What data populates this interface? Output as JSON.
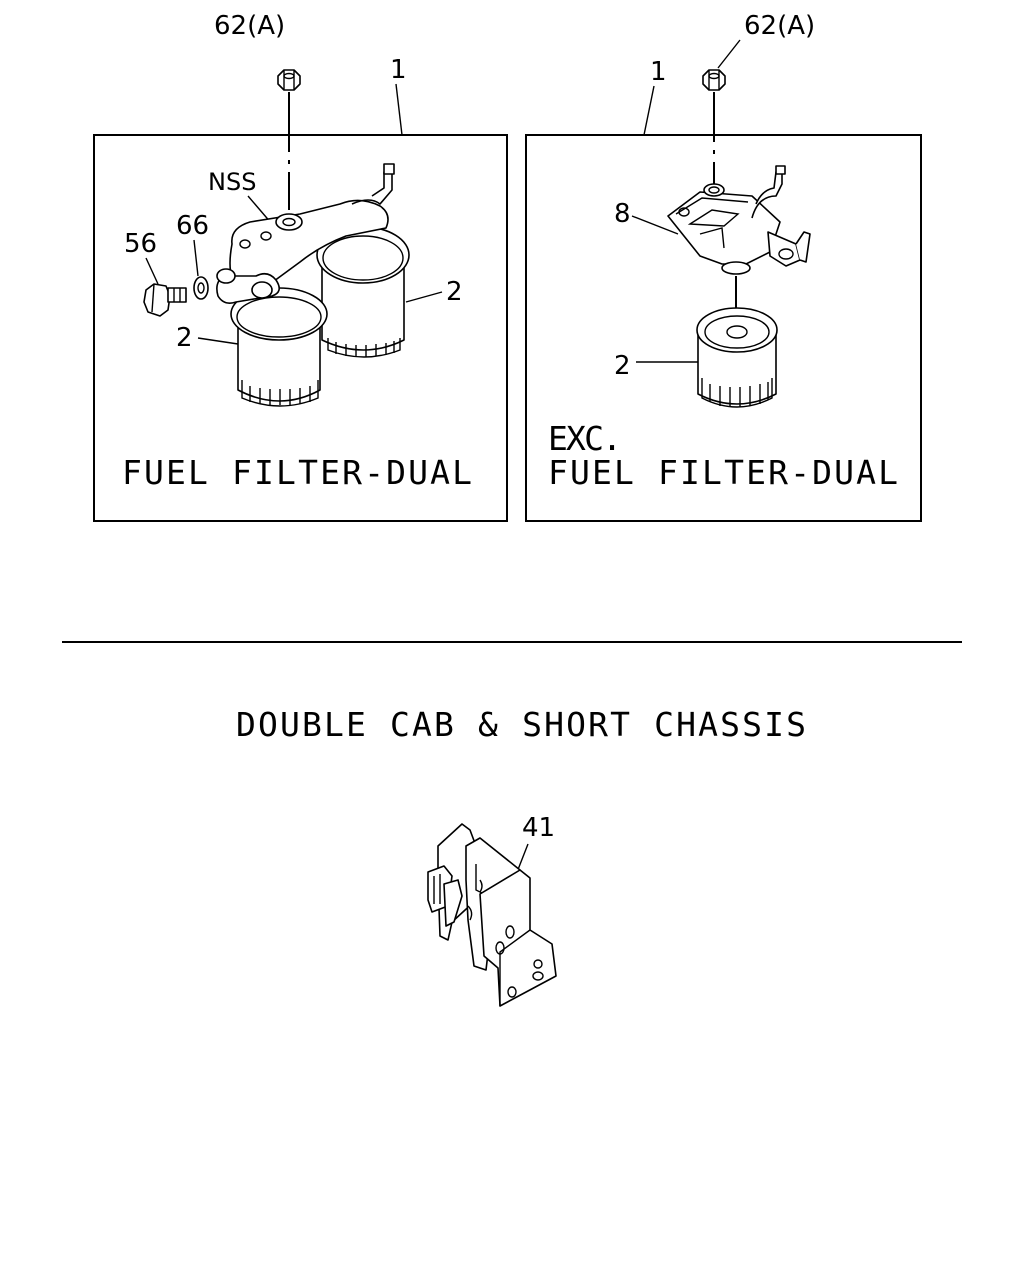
{
  "left_panel": {
    "callout_top": "62(A)",
    "callout_assembly": "1",
    "callout_nss": "NSS",
    "callout_56": "56",
    "callout_66": "66",
    "callout_filter_right": "2",
    "callout_filter_left": "2",
    "caption": "FUEL FILTER-DUAL"
  },
  "right_panel": {
    "callout_top": "62(A)",
    "callout_assembly": "1",
    "callout_head": "8",
    "callout_filter": "2",
    "caption_line1": "EXC.",
    "caption_line2": "FUEL FILTER-DUAL"
  },
  "section": {
    "title": "DOUBLE CAB & SHORT CHASSIS",
    "callout_bracket": "41"
  }
}
